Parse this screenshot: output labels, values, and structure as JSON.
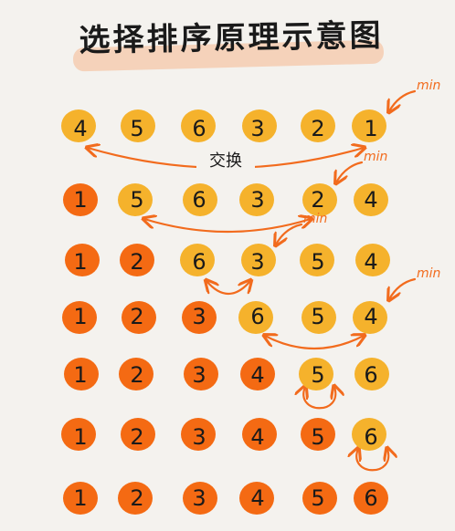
{
  "title": "选择排序原理示意图",
  "colors": {
    "unsorted": "#f5b22c",
    "sorted": "#f46a13",
    "arrow": "#f26b1d",
    "ink": "#1a1a1a"
  },
  "swap_label": "交换",
  "min_label": "min",
  "rows": [
    {
      "values": [
        "4",
        "5",
        "6",
        "3",
        "2",
        "1"
      ],
      "sorted_count": 0,
      "min_index": 5,
      "swap": [
        0,
        5
      ]
    },
    {
      "values": [
        "1",
        "5",
        "6",
        "3",
        "2",
        "4"
      ],
      "sorted_count": 1,
      "min_index": 4,
      "swap": [
        1,
        4
      ]
    },
    {
      "values": [
        "1",
        "2",
        "6",
        "3",
        "5",
        "4"
      ],
      "sorted_count": 2,
      "min_index": 3,
      "swap": [
        2,
        3
      ]
    },
    {
      "values": [
        "1",
        "2",
        "3",
        "6",
        "5",
        "4"
      ],
      "sorted_count": 3,
      "min_index": 5,
      "swap": [
        3,
        5
      ]
    },
    {
      "values": [
        "1",
        "2",
        "3",
        "4",
        "5",
        "6"
      ],
      "sorted_count": 4,
      "min_index": null,
      "swap": [
        4,
        4
      ]
    },
    {
      "values": [
        "1",
        "2",
        "3",
        "4",
        "5",
        "6"
      ],
      "sorted_count": 5,
      "min_index": null,
      "swap": [
        5,
        5
      ]
    },
    {
      "values": [
        "1",
        "2",
        "3",
        "4",
        "5",
        "6"
      ],
      "sorted_count": 6,
      "min_index": null,
      "swap": null
    }
  ]
}
